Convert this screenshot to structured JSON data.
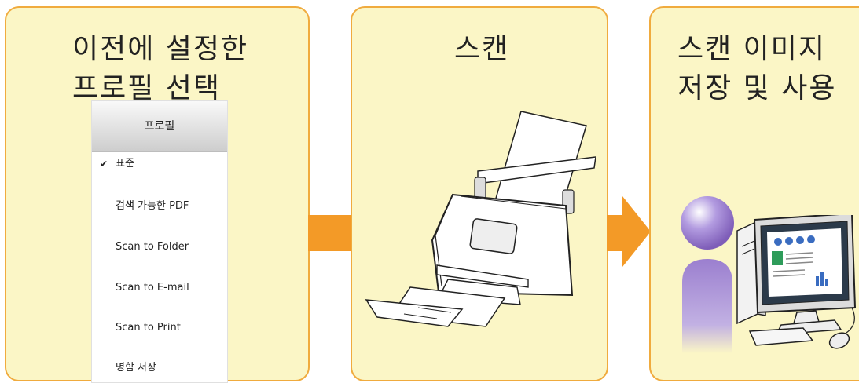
{
  "panels": [
    {
      "title_line1": "이전에 설정한",
      "title_line2": "프로필 선택"
    },
    {
      "title_line1": "스캔"
    },
    {
      "title_line1": "스캔 이미지",
      "title_line2": "저장 및 사용"
    }
  ],
  "profile_menu": {
    "header": "프로필",
    "items": [
      {
        "label": "표준",
        "checked": true
      },
      {
        "label": "검색 가능한 PDF",
        "checked": false
      },
      {
        "label": "Scan to Folder",
        "checked": false
      },
      {
        "label": "Scan to E-mail",
        "checked": false
      },
      {
        "label": "Scan to Print",
        "checked": false
      },
      {
        "label": "명함 저장",
        "checked": false
      }
    ],
    "check_glyph": "✔"
  },
  "colors": {
    "panel_fill": "#fbf6c6",
    "panel_border": "#f0ab3e",
    "arrow": "#f39a27",
    "person": "#a58bd0"
  }
}
